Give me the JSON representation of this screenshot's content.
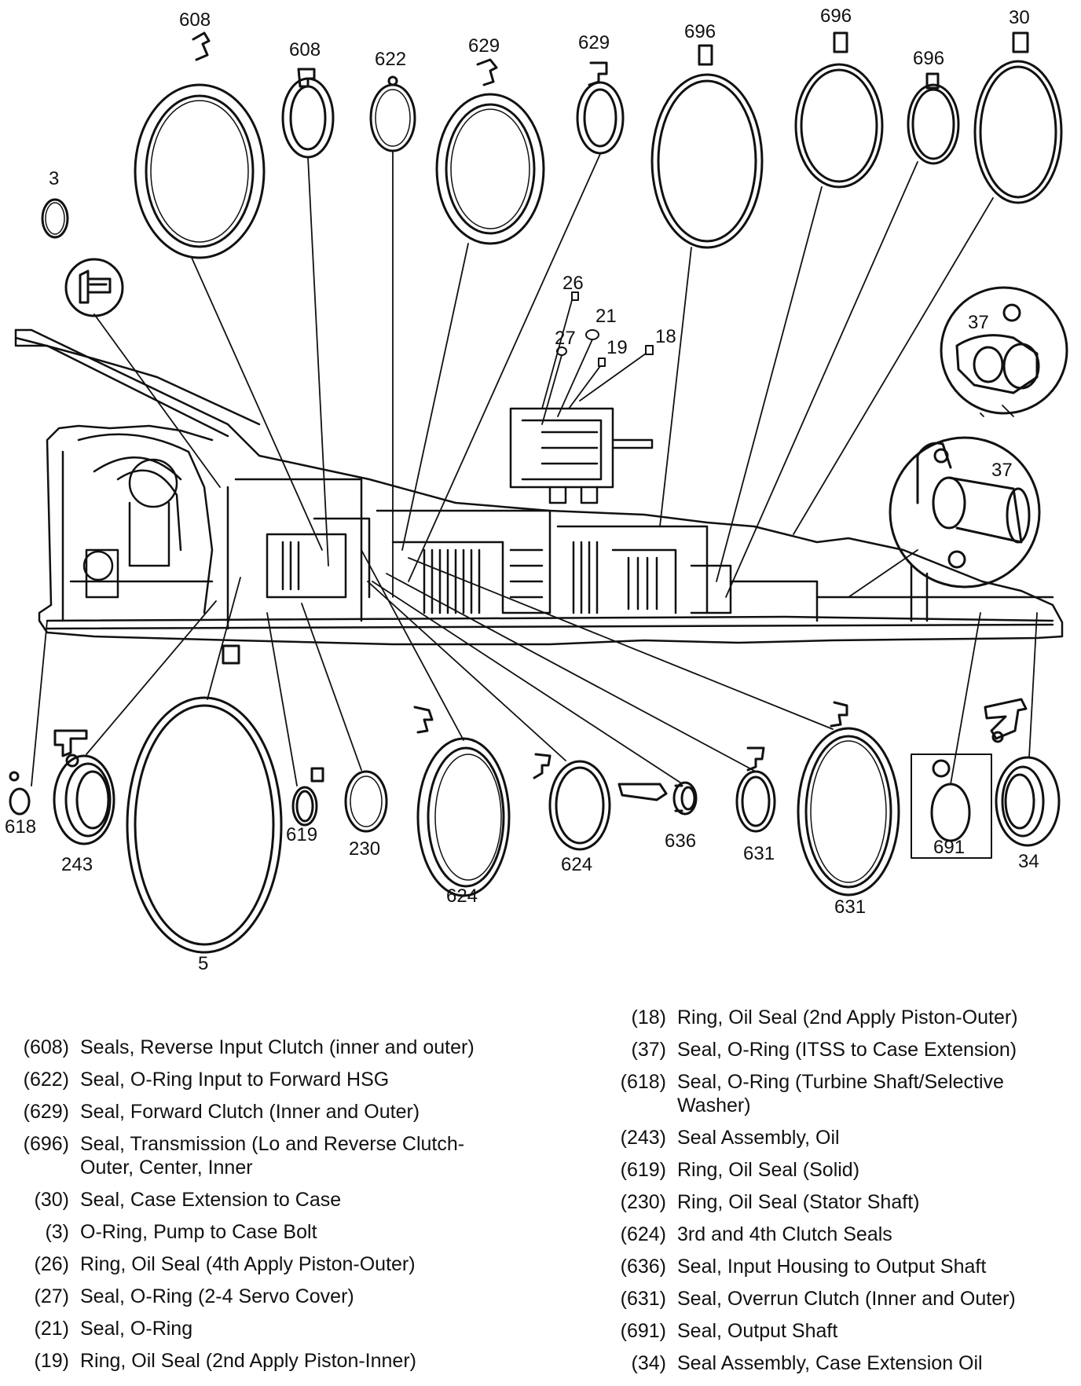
{
  "callouts": {
    "c608a": "608",
    "c608b": "608",
    "c622": "622",
    "c629a": "629",
    "c629b": "629",
    "c696a": "696",
    "c696b": "696",
    "c696c": "696",
    "c30": "30",
    "c3": "3",
    "c26": "26",
    "c21": "21",
    "c27": "27",
    "c19": "19",
    "c18": "18",
    "c37a": "37",
    "c37b": "37",
    "c618": "618",
    "c243": "243",
    "c5": "5",
    "c619": "619",
    "c230": "230",
    "c624a": "624",
    "c624b": "624",
    "c636": "636",
    "c631a": "631",
    "c631b": "631",
    "c691": "691",
    "c34": "34"
  },
  "legend_left": [
    {
      "code": "(608)",
      "desc": "Seals, Reverse Input Clutch (inner and outer)"
    },
    {
      "code": "(622)",
      "desc": "Seal, O-Ring Input to Forward HSG"
    },
    {
      "code": "(629)",
      "desc": "Seal, Forward Clutch (Inner and Outer)"
    },
    {
      "code": "(696)",
      "desc": "Seal, Transmission (Lo and Reverse Clutch-Outer, Center, Inner"
    },
    {
      "code": "(30)",
      "desc": "Seal, Case Extension to Case"
    },
    {
      "code": "(3)",
      "desc": "O-Ring, Pump to Case Bolt"
    },
    {
      "code": "(26)",
      "desc": "Ring, Oil Seal (4th Apply Piston-Outer)"
    },
    {
      "code": "(27)",
      "desc": "Seal, O-Ring (2-4 Servo Cover)"
    },
    {
      "code": "(21)",
      "desc": "Seal, O-Ring"
    },
    {
      "code": "(19)",
      "desc": "Ring, Oil Seal (2nd Apply Piston-Inner)"
    }
  ],
  "legend_right": [
    {
      "code": "(18)",
      "desc": "Ring, Oil Seal (2nd Apply Piston-Outer)"
    },
    {
      "code": "(37)",
      "desc": "Seal, O-Ring (ITSS to Case Extension)"
    },
    {
      "code": "(618)",
      "desc": "Seal, O-Ring (Turbine Shaft/Selective Washer)"
    },
    {
      "code": "(243)",
      "desc": "Seal Assembly, Oil"
    },
    {
      "code": "(619)",
      "desc": "Ring, Oil Seal (Solid)"
    },
    {
      "code": "(230)",
      "desc": "Ring, Oil Seal (Stator Shaft)"
    },
    {
      "code": "(624)",
      "desc": "3rd and 4th Clutch Seals"
    },
    {
      "code": "(636)",
      "desc": "Seal, Input Housing to Output Shaft"
    },
    {
      "code": "(631)",
      "desc": "Seal, Overrun Clutch (Inner and Outer)"
    },
    {
      "code": "(691)",
      "desc": "Seal, Output Shaft"
    },
    {
      "code": "(34)",
      "desc": "Seal Assembly, Case Extension Oil"
    }
  ]
}
